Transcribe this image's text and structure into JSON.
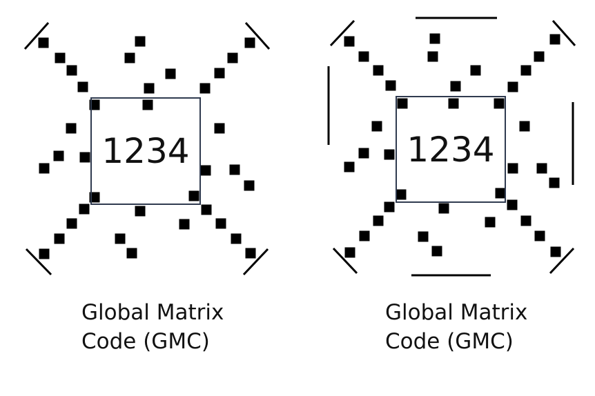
{
  "figures": [
    {
      "code": "1234",
      "caption_line1": "Global Matrix",
      "caption_line2": "Code (GMC)",
      "has_outer_bars": false
    },
    {
      "code": "1234",
      "caption_line1": "Global Matrix",
      "caption_line2": "Code (GMC)",
      "has_outer_bars": true
    }
  ],
  "colors": {
    "ink": "#000000",
    "box_border": "#2f3a4f",
    "background": "#ffffff"
  }
}
